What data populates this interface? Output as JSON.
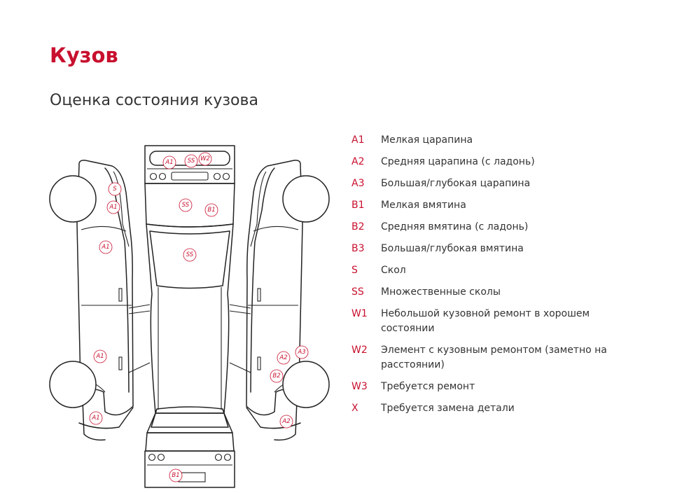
{
  "page": {
    "title": "Кузов",
    "subtitle": "Оценка состояния кузова"
  },
  "legend": [
    {
      "code": "A1",
      "description": "Мелкая царапина"
    },
    {
      "code": "A2",
      "description": "Средняя царапина (с ладонь)"
    },
    {
      "code": "A3",
      "description": "Большая/глубокая царапина"
    },
    {
      "code": "B1",
      "description": "Мелкая вмятина"
    },
    {
      "code": "B2",
      "description": "Средняя вмятина (с ладонь)"
    },
    {
      "code": "B3",
      "description": "Большая/глубокая вмятина"
    },
    {
      "code": "S",
      "description": "Скол"
    },
    {
      "code": "SS",
      "description": "Множественные сколы"
    },
    {
      "code": "W1",
      "description": "Небольшой кузовной ремонт в хорошем состоянии"
    },
    {
      "code": "W2",
      "description": "Элемент с кузовным ремонтом (заметно на расстоянии)"
    },
    {
      "code": "W3",
      "description": "Требуется ремонт"
    },
    {
      "code": "X",
      "description": "Требуется замена детали"
    }
  ],
  "damage_markers": [
    {
      "code": "A1",
      "zone": "front-bumper"
    },
    {
      "code": "SS",
      "zone": "front-bumper"
    },
    {
      "code": "W2",
      "zone": "front-bumper"
    },
    {
      "code": "S",
      "zone": "left-front-fender"
    },
    {
      "code": "A1",
      "zone": "left-front-fender"
    },
    {
      "code": "SS",
      "zone": "hood"
    },
    {
      "code": "B1",
      "zone": "hood"
    },
    {
      "code": "A1",
      "zone": "left-front-door"
    },
    {
      "code": "SS",
      "zone": "windshield"
    },
    {
      "code": "A1",
      "zone": "left-rear-door"
    },
    {
      "code": "A1",
      "zone": "left-rear-fender"
    },
    {
      "code": "A3",
      "zone": "right-rear-door"
    },
    {
      "code": "A2",
      "zone": "right-rear-door"
    },
    {
      "code": "B2",
      "zone": "right-rear-fender"
    },
    {
      "code": "A2",
      "zone": "right-rear-fender"
    },
    {
      "code": "B1",
      "zone": "rear-bumper"
    }
  ]
}
